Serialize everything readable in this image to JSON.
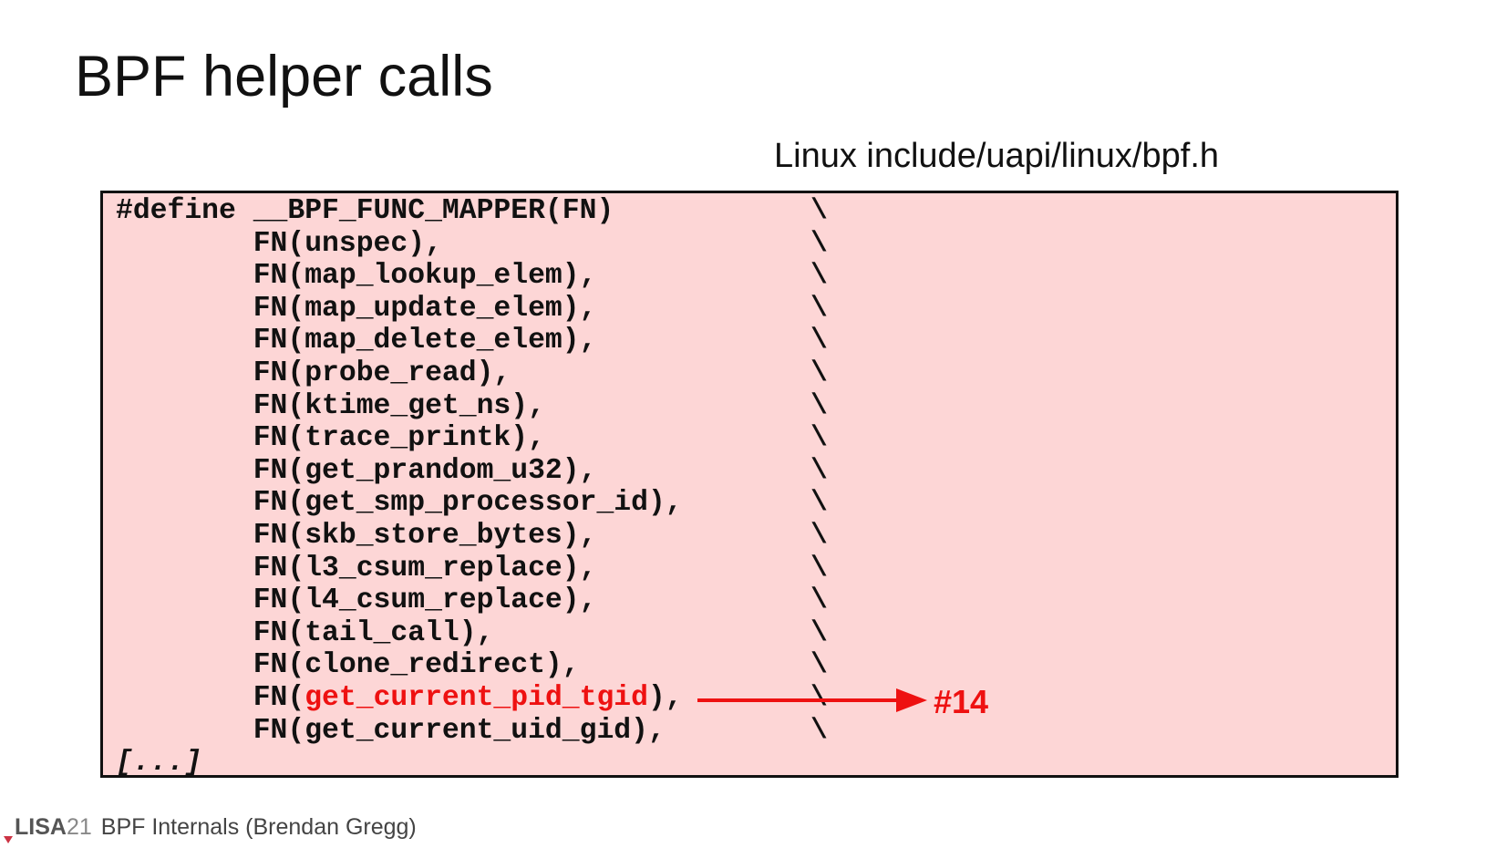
{
  "slide": {
    "title": "BPF helper calls",
    "source_label": "Linux include/uapi/linux/bpf.h",
    "callout": "#14",
    "footer": {
      "brand": "LISA",
      "brand_number": "21",
      "text": "BPF Internals (Brendan Gregg)"
    }
  },
  "code": {
    "lines": [
      {
        "pre": "#define __BPF_FUNC_MAPPER(FN)",
        "highlight": "",
        "post": "",
        "continuation": "\\"
      },
      {
        "pre": "        FN(unspec),",
        "highlight": "",
        "post": "",
        "continuation": "\\"
      },
      {
        "pre": "        FN(map_lookup_elem),",
        "highlight": "",
        "post": "",
        "continuation": "\\"
      },
      {
        "pre": "        FN(map_update_elem),",
        "highlight": "",
        "post": "",
        "continuation": "\\"
      },
      {
        "pre": "        FN(map_delete_elem),",
        "highlight": "",
        "post": "",
        "continuation": "\\"
      },
      {
        "pre": "        FN(probe_read),",
        "highlight": "",
        "post": "",
        "continuation": "\\"
      },
      {
        "pre": "        FN(ktime_get_ns),",
        "highlight": "",
        "post": "",
        "continuation": "\\"
      },
      {
        "pre": "        FN(trace_printk),",
        "highlight": "",
        "post": "",
        "continuation": "\\"
      },
      {
        "pre": "        FN(get_prandom_u32),",
        "highlight": "",
        "post": "",
        "continuation": "\\"
      },
      {
        "pre": "        FN(get_smp_processor_id),",
        "highlight": "",
        "post": "",
        "continuation": "\\"
      },
      {
        "pre": "        FN(skb_store_bytes),",
        "highlight": "",
        "post": "",
        "continuation": "\\"
      },
      {
        "pre": "        FN(l3_csum_replace),",
        "highlight": "",
        "post": "",
        "continuation": "\\"
      },
      {
        "pre": "        FN(l4_csum_replace),",
        "highlight": "",
        "post": "",
        "continuation": "\\"
      },
      {
        "pre": "        FN(tail_call),",
        "highlight": "",
        "post": "",
        "continuation": "\\"
      },
      {
        "pre": "        FN(clone_redirect),",
        "highlight": "",
        "post": "",
        "continuation": "\\"
      },
      {
        "pre": "        FN(",
        "highlight": "get_current_pid_tgid",
        "post": "),",
        "continuation": "\\"
      },
      {
        "pre": "        FN(get_current_uid_gid),",
        "highlight": "",
        "post": "",
        "continuation": "\\"
      },
      {
        "pre": "[...]",
        "highlight": "",
        "post": "",
        "continuation": ""
      }
    ]
  },
  "colors": {
    "highlight": "#ee1111",
    "code_background": "#fdd6d6",
    "text": "#111111"
  }
}
